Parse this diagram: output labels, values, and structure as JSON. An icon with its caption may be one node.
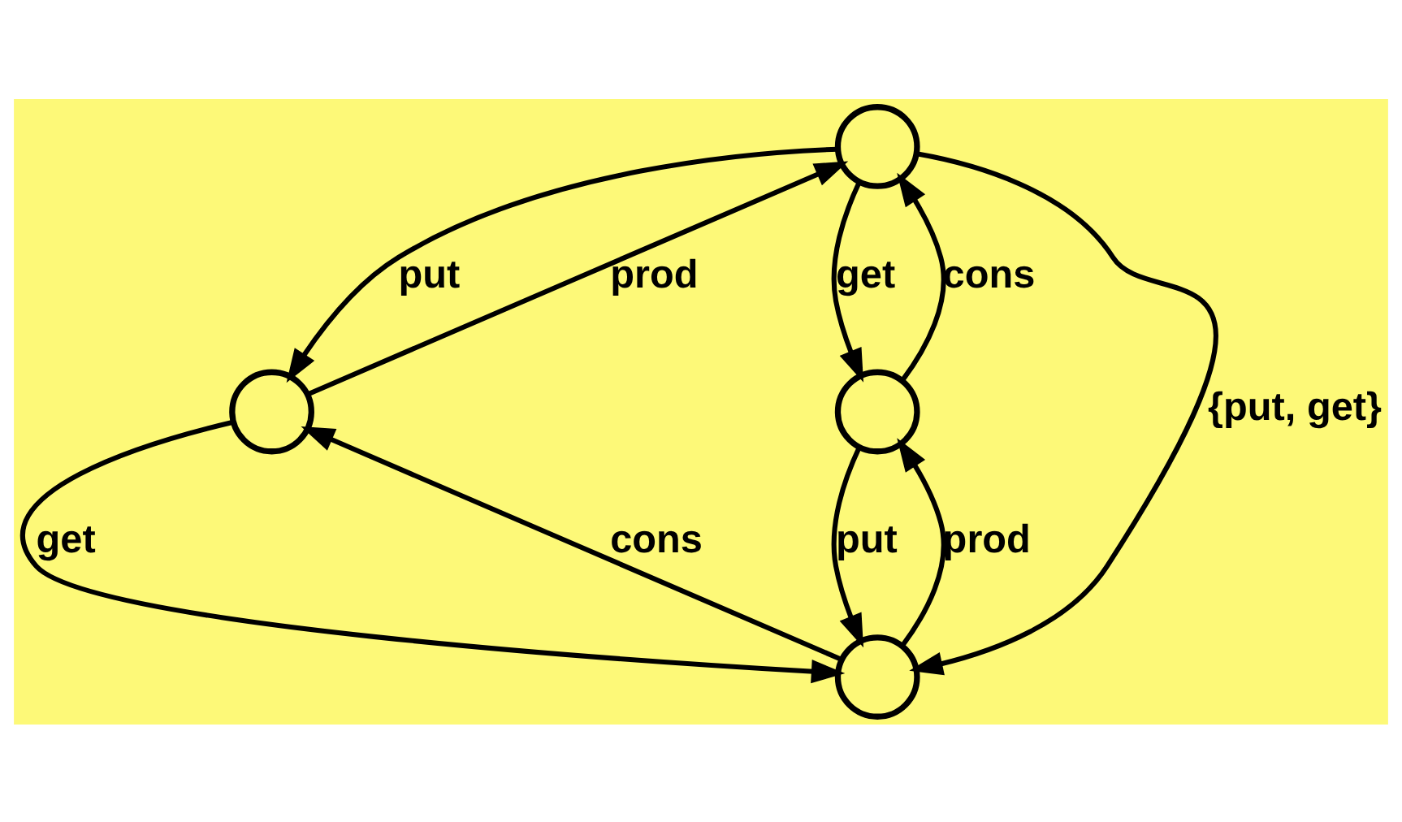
{
  "diagram": {
    "nodes": [
      {
        "text": [],
        "shape": "circle"
      },
      {
        "text": [],
        "shape": "circle"
      },
      {
        "text": [],
        "shape": "circle"
      },
      {
        "text": [],
        "shape": "circle"
      }
    ],
    "edges": [
      {
        "from": 1,
        "to": 0,
        "arrow": "to",
        "label": "prod"
      },
      {
        "from": 2,
        "to": 0,
        "arrow": "to",
        "label": "cons"
      },
      {
        "from": 0,
        "to": 1,
        "arrow": "to",
        "label": "put"
      },
      {
        "from": 0,
        "to": 2,
        "arrow": "to",
        "label": "get"
      },
      {
        "from": 0,
        "to": 3,
        "arrow": "to",
        "label": "{put, get}"
      },
      {
        "from": 1,
        "to": 3,
        "arrow": "to",
        "label": "get"
      },
      {
        "from": 2,
        "to": 3,
        "arrow": "to",
        "label": "put"
      },
      {
        "from": 3,
        "to": 1,
        "arrow": "to",
        "label": "cons"
      },
      {
        "from": 3,
        "to": 2,
        "arrow": "to",
        "label": "prod"
      }
    ]
  }
}
